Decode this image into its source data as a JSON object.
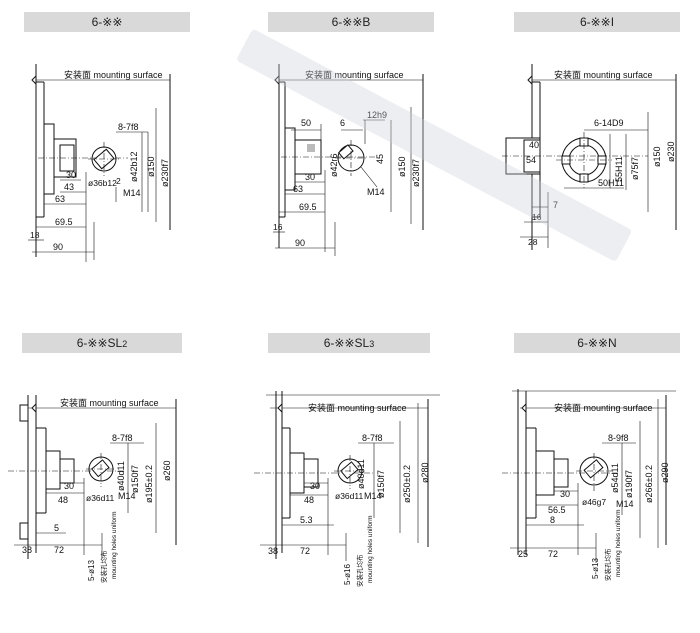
{
  "watermark_present": true,
  "panels": [
    {
      "id": "p1",
      "title": "6-※※",
      "surface_label": "安装面 mounting surface",
      "dims": {
        "spline": "8-7f8",
        "d1": "ø42b12",
        "d2": "ø150",
        "d3": "ø230f7",
        "d4": "ø36b12",
        "d4b": "2",
        "thread": "M14",
        "a": "30",
        "b": "43",
        "c": "63",
        "d": "69.5",
        "e": "18",
        "f": "90"
      }
    },
    {
      "id": "p2",
      "title": "6-※※B",
      "surface_label": "安装面 mounting surface",
      "dims": {
        "top1": "50",
        "top2": "6",
        "key": "12h9",
        "d1": "ø42r6",
        "angle": "45",
        "d2": "ø150",
        "d3": "ø230f7",
        "thread": "M14",
        "a": "30",
        "c": "63",
        "d": "69.5",
        "e": "16",
        "f": "90"
      }
    },
    {
      "id": "p3",
      "title": "6-※※I",
      "surface_label": "安装面 mounting surface",
      "dims": {
        "spline": "6-14D9",
        "a": "40",
        "b": "54",
        "d1": "55H11",
        "d2": "ø75f7",
        "d3": "ø150",
        "d4": "ø230",
        "h": "50H11",
        "g": "7",
        "e": "16",
        "f": "28"
      }
    },
    {
      "id": "p4",
      "title": "6-※※SL",
      "title_sub": "2",
      "surface_label": "安装面 mounting surface",
      "dims": {
        "spline": "8-7f8",
        "d1": "ø40d11",
        "d2": "ø150f7",
        "d3": "ø195±0.2",
        "d4": "ø260",
        "d5": "ø36d11",
        "thread": "M14",
        "a": "30",
        "b": "48",
        "g": "5",
        "e": "38",
        "f": "72",
        "holes": "5-ø13",
        "holes_note_cn": "安装孔均布",
        "holes_note_en": "mounting holes uniform"
      }
    },
    {
      "id": "p5",
      "title": "6-※※SL",
      "title_sub": "3",
      "surface_label": "安装面 mounting surface",
      "dims": {
        "spline": "8-7f8",
        "d1": "ø40d11",
        "d2": "ø150f7",
        "d3": "ø250±0.2",
        "d4": "ø280",
        "d5": "ø36d11",
        "thread": "M14",
        "a": "30",
        "b": "48",
        "g": "5.3",
        "e": "38",
        "f": "72",
        "holes": "5-ø16",
        "holes_note_cn": "安装孔均布",
        "holes_note_en": "mounting holes uniform"
      }
    },
    {
      "id": "p6",
      "title": "6-※※N",
      "surface_label": "安装面 mounting surface",
      "dims": {
        "spline": "8-9f8",
        "d1": "ø54d11",
        "d2": "ø190f7",
        "d3": "ø266±0.2",
        "d4": "ø290",
        "d5": "ø46g7",
        "thread": "M14",
        "a": "30",
        "b": "56.5",
        "g": "8",
        "e": "25",
        "f": "72",
        "holes": "5-ø13",
        "holes_note_cn": "安装孔均布",
        "holes_note_en": "mounting holes uniform"
      }
    }
  ]
}
